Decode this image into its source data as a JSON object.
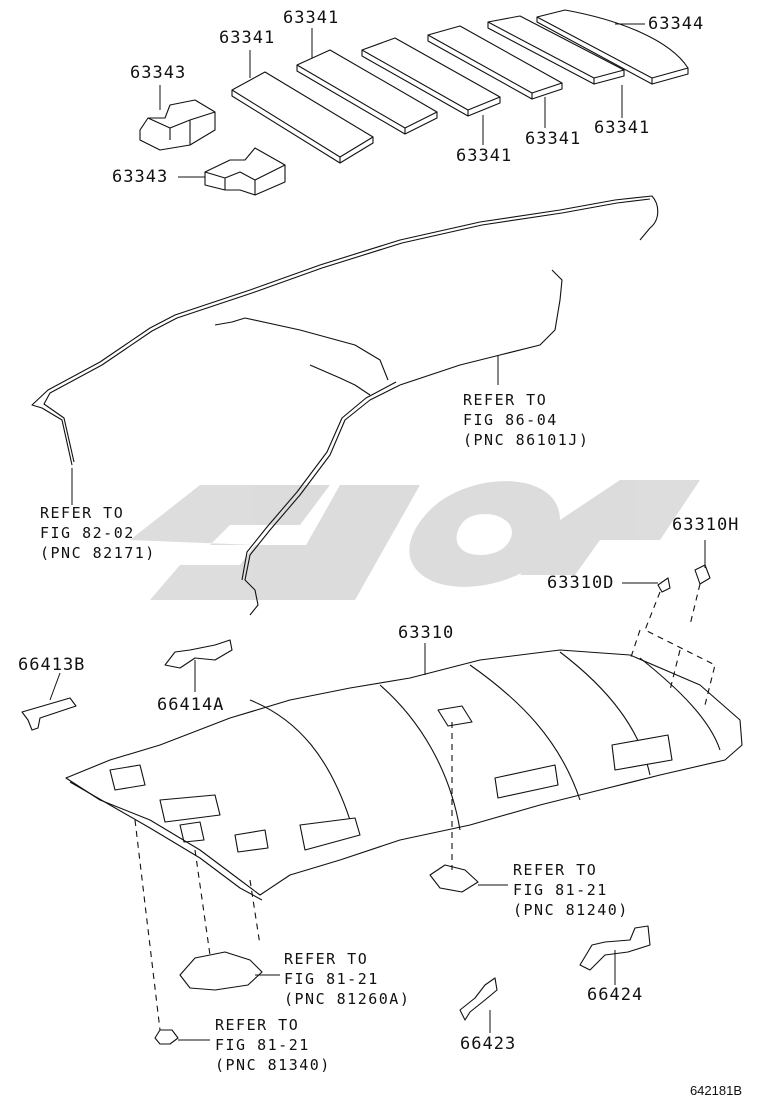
{
  "figure_id": "642181B",
  "watermark": "ﮔﻮﺑﺎﻥ",
  "parts": {
    "p63341_a": "63341",
    "p63341_b": "63341",
    "p63341_c": "63341",
    "p63341_d": "63341",
    "p63341_e": "63341",
    "p63344": "63344",
    "p63343_a": "63343",
    "p63343_b": "63343",
    "p63310H": "63310H",
    "p63310D": "63310D",
    "p63310": "63310",
    "p66413B": "66413B",
    "p66414A": "66414A",
    "p66424": "66424",
    "p66423": "66423"
  },
  "references": {
    "ref_86_04": {
      "l1": "REFER TO",
      "l2": "FIG 86-04",
      "l3": "(PNC 86101J)"
    },
    "ref_82_02": {
      "l1": "REFER TO",
      "l2": "FIG 82-02",
      "l3": "(PNC 82171)"
    },
    "ref_81240": {
      "l1": "REFER TO",
      "l2": "FIG 81-21",
      "l3": "(PNC 81240)"
    },
    "ref_81260A": {
      "l1": "REFER TO",
      "l2": "FIG 81-21",
      "l3": "(PNC 81260A)"
    },
    "ref_81340": {
      "l1": "REFER TO",
      "l2": "FIG 81-21",
      "l3": "(PNC 81340)"
    }
  },
  "colors": {
    "line": "#111111",
    "watermark": "#d9d9d9"
  }
}
